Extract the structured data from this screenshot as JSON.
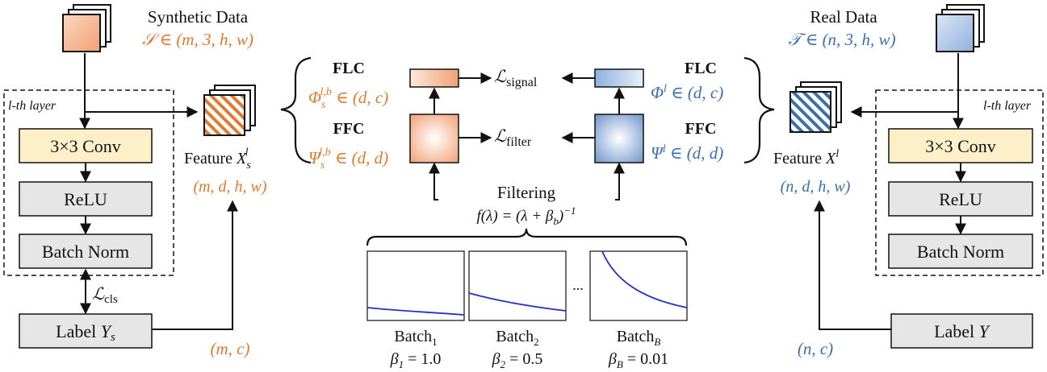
{
  "left": {
    "title": "Synthetic Data",
    "set_expr": "𝒮 ∈ (m, 3, h, w)",
    "layer_label": "l-th layer",
    "conv": "3×3 Conv",
    "relu": "ReLU",
    "bn": "Batch Norm",
    "loss_cls": "ℒcls",
    "label": "Label Ys",
    "label_shape": "(m, c)",
    "feature": "Feature X",
    "feature_shape": "(m, d, h, w)"
  },
  "right": {
    "title": "Real Data",
    "set_expr": "𝒯 ∈ (n, 3, h, w)",
    "layer_label": "l-th layer",
    "conv": "3×3 Conv",
    "relu": "ReLU",
    "bn": "Batch Norm",
    "label": "Label Y",
    "label_shape": "(n, c)",
    "feature": "Feature X",
    "feature_shape": "(n, d, h, w)"
  },
  "center": {
    "flc": "FLC",
    "ffc": "FFC",
    "phi_s": "Φ",
    "phi_s_shape": "∈ (d, c)",
    "psi_s": "Ψ",
    "psi_s_shape": "∈ (d, d)",
    "phi_r": "Φ",
    "phi_r_shape": "∈ (d, c)",
    "psi_r": "Ψ",
    "psi_r_shape": "∈ (d, d)",
    "loss_signal": "ℒsignal",
    "loss_filter": "ℒfilter",
    "filtering": "Filtering",
    "filtering_formula": "f(λ) = (λ + βb)⁻¹"
  },
  "batches": [
    {
      "name": "Batch",
      "sub": "1",
      "beta": "β",
      "beta_sub": "1",
      "beta_val": "= 1.0"
    },
    {
      "name": "Batch",
      "sub": "2",
      "beta": "β",
      "beta_sub": "2",
      "beta_val": "= 0.5"
    },
    {
      "name": "Batch",
      "sub": "B",
      "beta": "β",
      "beta_sub": "B",
      "beta_val": "= 0.01"
    }
  ],
  "ellipsis": "...",
  "colors": {
    "orange": "#e07a2e",
    "blue": "#3a6fb0",
    "conv_fill": "#fdf0c8",
    "gray_fill": "#e6e6e6"
  }
}
